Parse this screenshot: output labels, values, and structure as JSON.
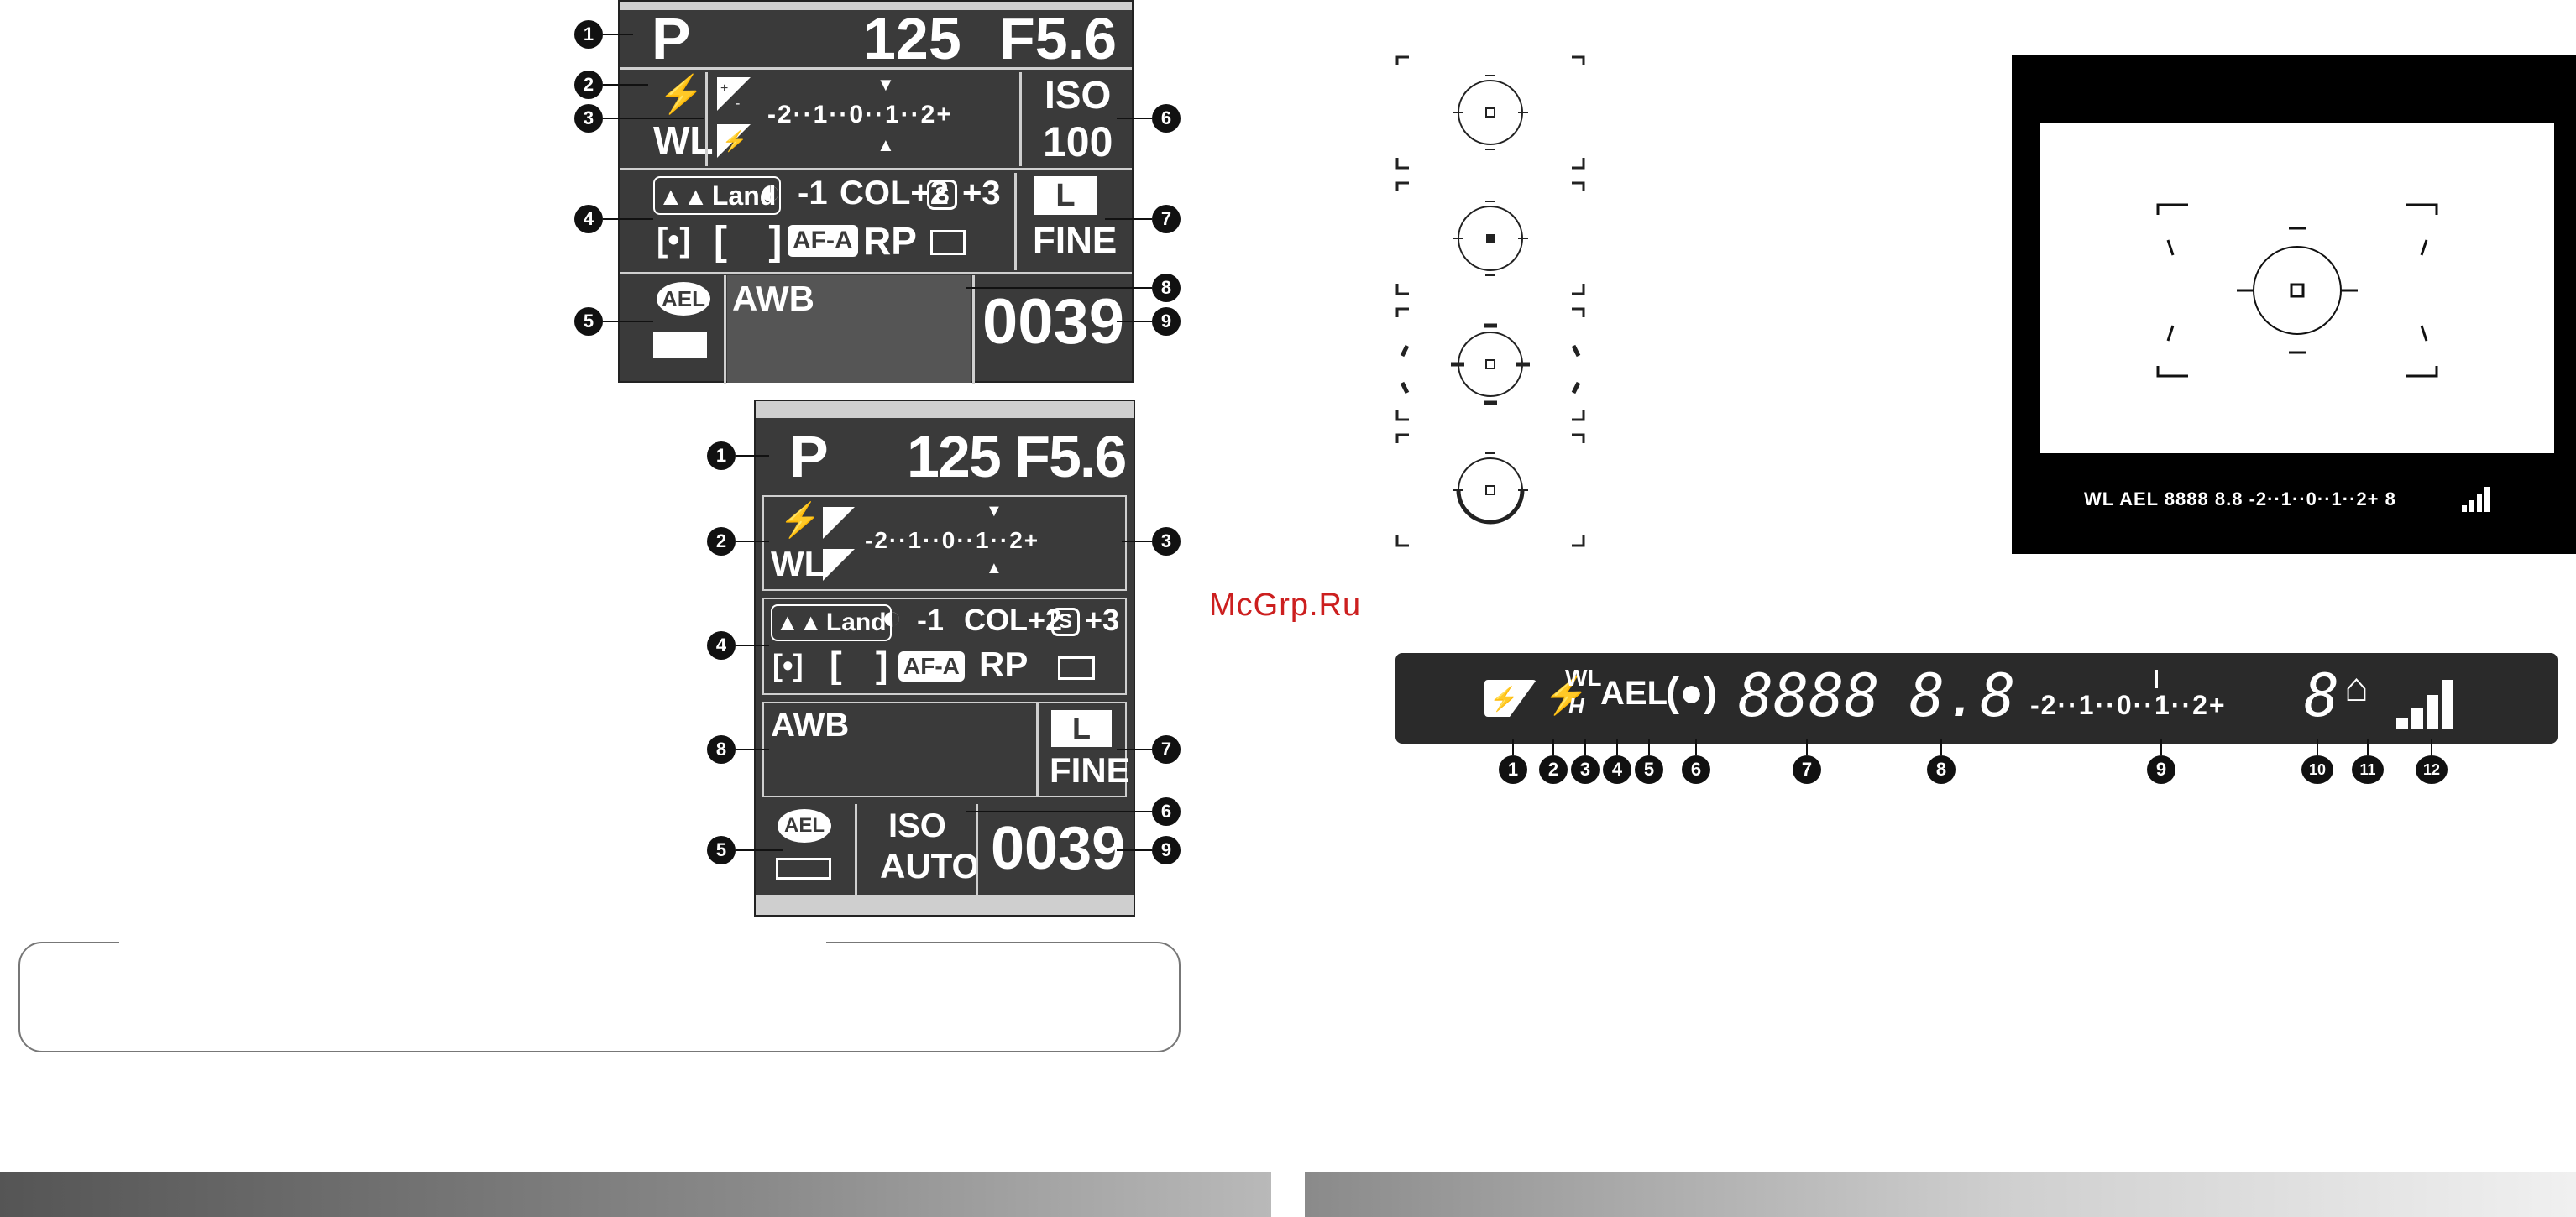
{
  "lcd_top": {
    "mode": "P",
    "shutter": "125",
    "aperture": "F5.6",
    "flash_icon": "flash-icon",
    "exp_comp_icon": "exposure-comp-icon",
    "flash_comp_icon": "flash-comp-icon",
    "wl": "WL",
    "scale": "-2··1··0··1··2+",
    "iso_label": "ISO",
    "iso_value": "100",
    "land_label": "Land",
    "contrast": "-1",
    "col": "COL+2",
    "sat": "+3",
    "af": "AF-A",
    "rp": "RP",
    "size": "L",
    "quality": "FINE",
    "ael": "AEL",
    "awb": "AWB",
    "count": "0039"
  },
  "lcd_bottom": {
    "mode": "P",
    "shutter_aperture": "125 F5.6",
    "wl": "WL",
    "scale": "-2··1··0··1··2+",
    "land_label": "Land",
    "contrast": "-1",
    "col": "COL+2",
    "sat": "+3",
    "af": "AF-A",
    "rp": "RP",
    "awb": "AWB",
    "size": "L",
    "quality": "FINE",
    "ael": "AEL",
    "iso_label": "ISO",
    "iso_value": "AUTO",
    "count": "0039"
  },
  "callouts_top": [
    "1",
    "2",
    "3",
    "4",
    "5",
    "6",
    "7",
    "8",
    "9"
  ],
  "callouts_bottom": [
    "1",
    "2",
    "3",
    "4",
    "5",
    "6",
    "7",
    "8",
    "9"
  ],
  "viewfinder_info": {
    "text": "WL AEL 8888 8.8 -2··1··0··1··2+ 8"
  },
  "bar_strip": {
    "wl": "WL",
    "h": "H",
    "ael": "AEL",
    "digits1": "8888",
    "digits2": "8.8",
    "scale": "-2··1··0··1··2+",
    "digit3": "8",
    "callouts": [
      "1",
      "2",
      "3",
      "4",
      "5",
      "6",
      "7",
      "8",
      "9",
      "10",
      "11",
      "12"
    ]
  },
  "watermark": "McGrp.Ru",
  "colors": {
    "lcd_bg": "#3a3a3a",
    "lcd_line": "#cfcfcf",
    "watermark": "#cc1f1f"
  }
}
